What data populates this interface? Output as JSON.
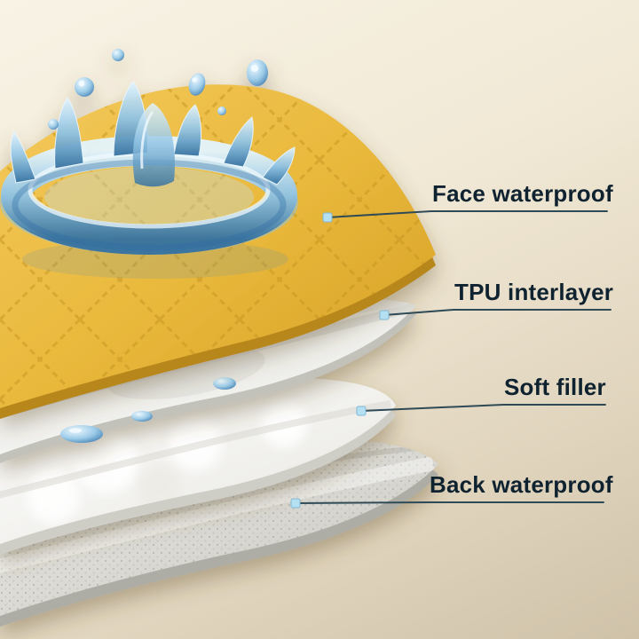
{
  "figure": {
    "type": "layered-fabric-diagram",
    "labels": [
      {
        "text": "Face waterproof"
      },
      {
        "text": "TPU interlayer"
      },
      {
        "text": "Soft filler"
      },
      {
        "text": "Back waterproof"
      }
    ]
  },
  "colors": {
    "background_top": "#f8f3e5",
    "background_bottom": "#cfc2a9",
    "face_layer": "#e9b93c",
    "face_layer_edge": "#b8871b",
    "tpu_layer": "#f2f2f0",
    "filler_layer": "#f8f7f4",
    "back_layer": "#e2e1dc",
    "water": "#4f90c0",
    "label_text": "#0f2230",
    "leader_line": "#2e4a56",
    "marker": "#b5e0f2"
  }
}
